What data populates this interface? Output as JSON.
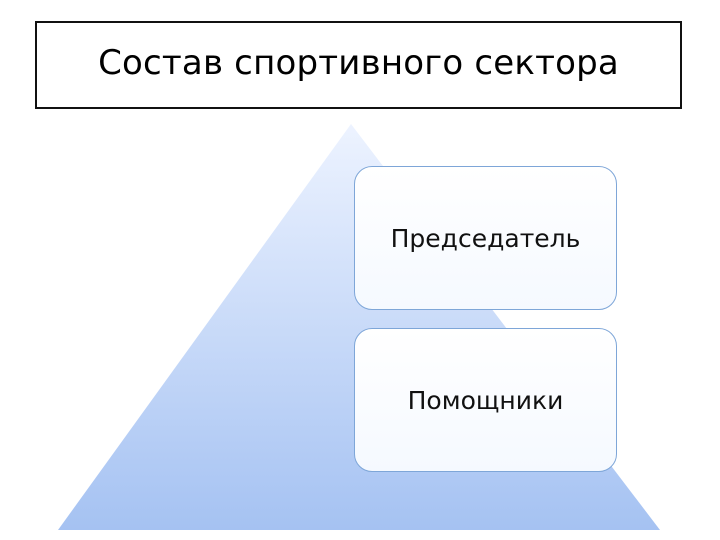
{
  "title": "Состав спортивного сектора",
  "levels": [
    {
      "label": "Председатель"
    },
    {
      "label": "Помощники"
    }
  ],
  "colors": {
    "pyramid_top": "#e6efff",
    "pyramid_bottom": "#a7c4f3",
    "box_border": "#7ea6d8",
    "title_border": "#111111"
  }
}
